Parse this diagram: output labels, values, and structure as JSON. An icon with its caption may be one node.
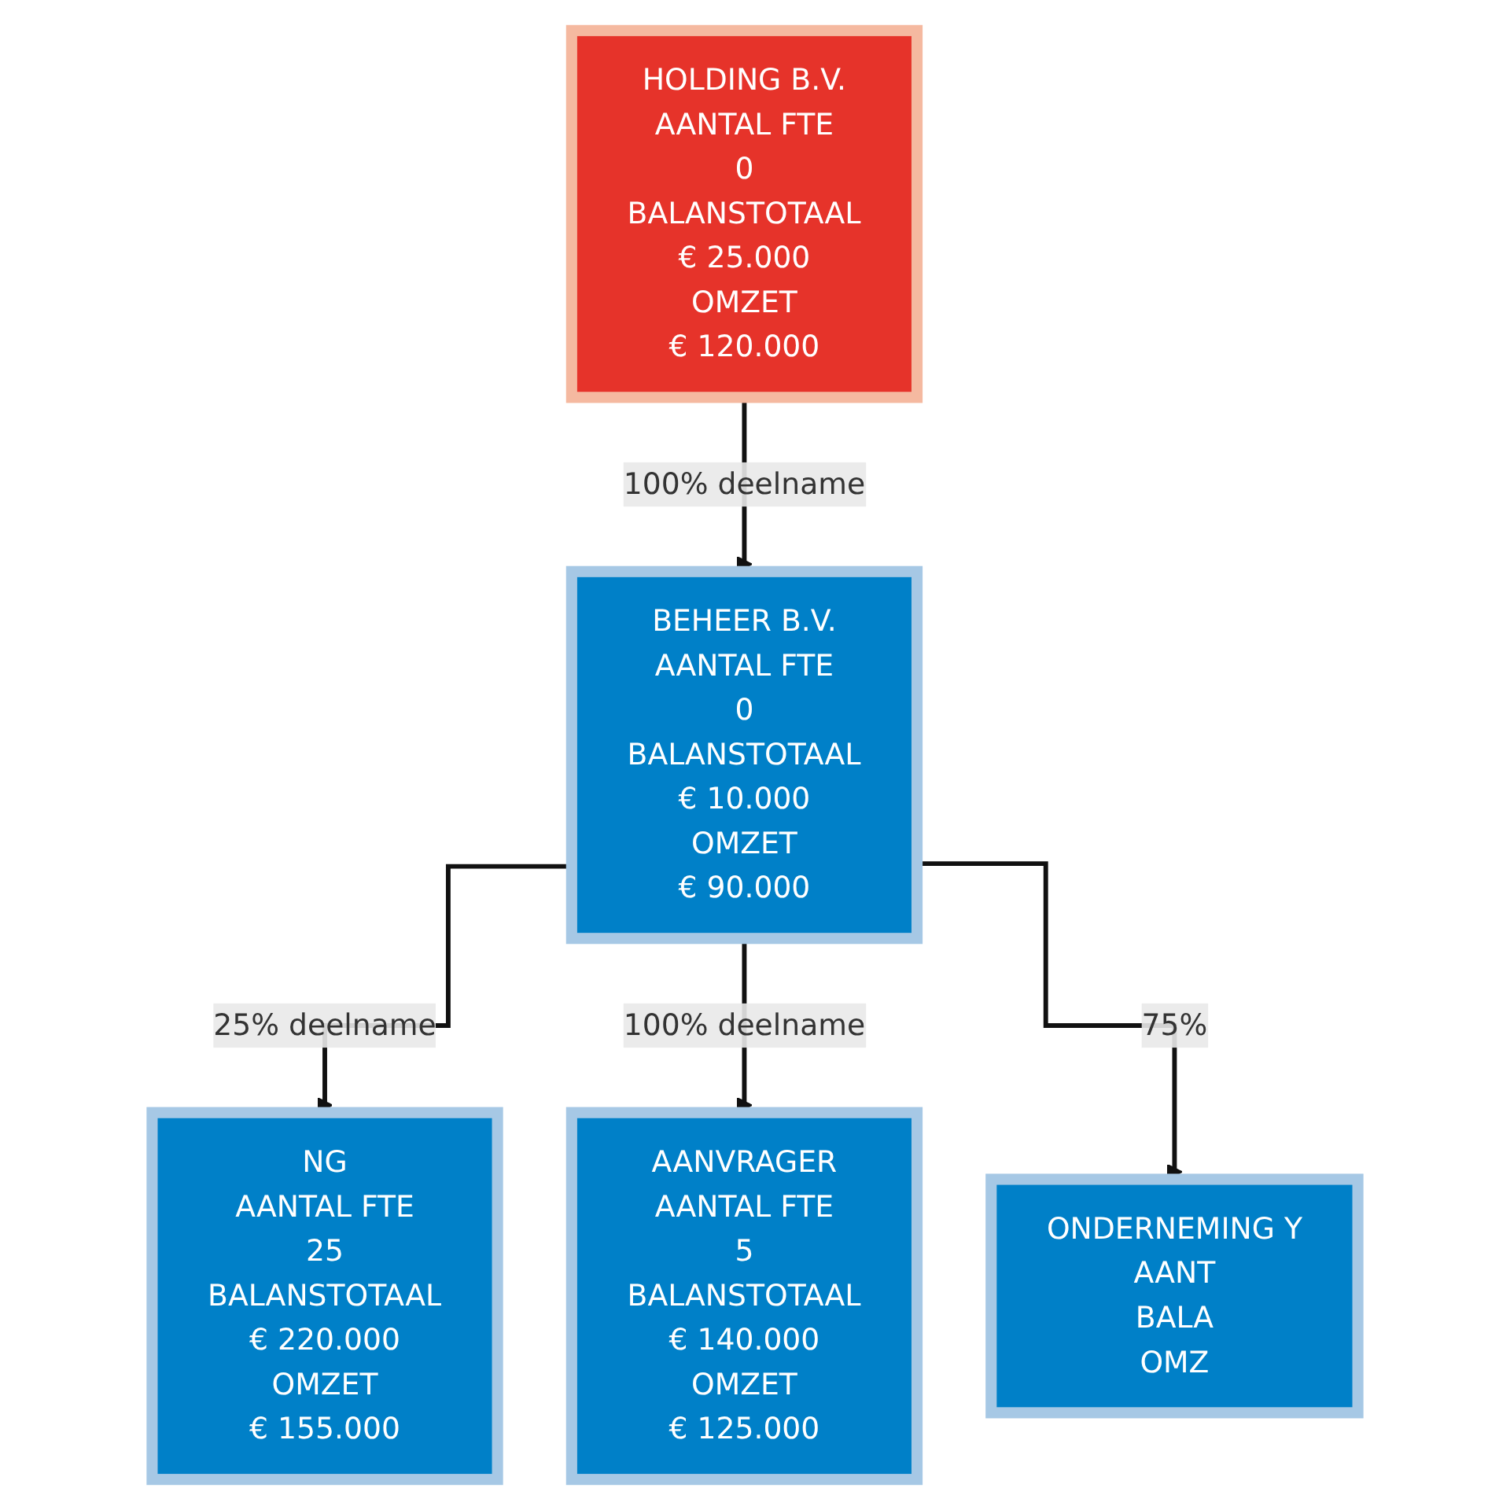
{
  "diagram": {
    "nodes": [
      {
        "text": [
          "HOLDING B.V.",
          "AANTAL FTE",
          "0",
          "BALANSTOTAAL",
          "€ 25.000",
          "OMZET",
          "€ 120.000"
        ]
      },
      {
        "text": [
          "BEHEER B.V.",
          "AANTAL FTE",
          "0",
          "BALANSTOTAAL",
          "€ 10.000",
          "OMZET",
          "€ 90.000"
        ]
      },
      {
        "text": [
          "NG",
          "AANTAL FTE",
          "25",
          "BALANSTOTAAL",
          "€ 220.000",
          "OMZET",
          "€ 155.000"
        ]
      },
      {
        "text": [
          "AANVRAGER",
          "AANTAL FTE",
          "5",
          "BALANSTOTAAL",
          "€ 140.000",
          "OMZET",
          "€ 125.000"
        ]
      },
      {
        "text": [
          "ONDERNEMING Y",
          "AANT",
          "BALA",
          "OMZ"
        ]
      }
    ],
    "edges": [
      {
        "from": 0,
        "to": 1,
        "arrow": "to",
        "label": "100% deelname"
      },
      {
        "from": 1,
        "to": 2,
        "arrow": "to",
        "label": "25% deelname"
      },
      {
        "from": 1,
        "to": 3,
        "arrow": "to",
        "label": "100% deelname"
      },
      {
        "from": 1,
        "to": 4,
        "arrow": "to",
        "label": "75%"
      }
    ]
  }
}
